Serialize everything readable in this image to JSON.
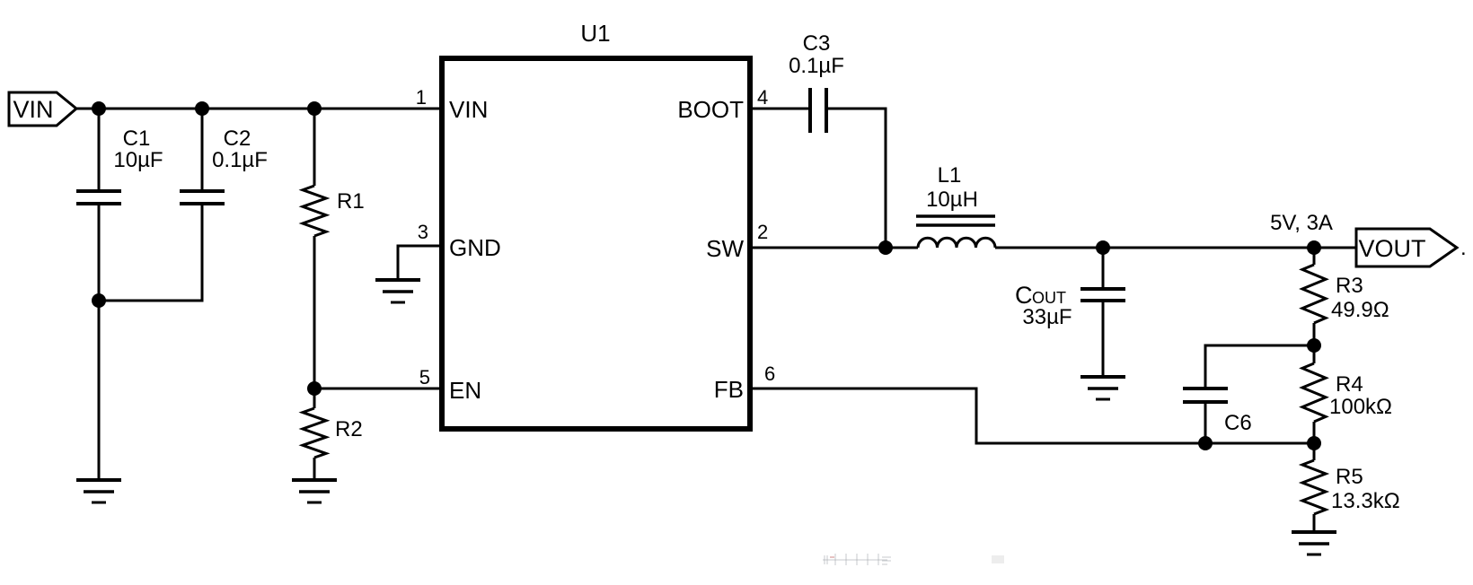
{
  "schematic": {
    "ic": {
      "refdes": "U1",
      "pin_numbers": {
        "vin": "1",
        "gnd": "3",
        "en": "5",
        "boot": "4",
        "sw": "2",
        "fb": "6"
      },
      "pin_names": {
        "vin": "VIN",
        "gnd": "GND",
        "en": "EN",
        "boot": "BOOT",
        "sw": "SW",
        "fb": "FB"
      }
    },
    "ports": {
      "input": "VIN",
      "output": "VOUT",
      "output_suffix": "."
    },
    "output_spec": "5V, 3A",
    "components": {
      "C1": {
        "ref": "C1",
        "value": "10µF"
      },
      "C2": {
        "ref": "C2",
        "value": "0.1µF"
      },
      "C3": {
        "ref": "C3",
        "value": "0.1µF"
      },
      "COUT": {
        "ref_main": "C",
        "ref_sub": "OUT",
        "value": "33µF"
      },
      "C6": {
        "ref": "C6"
      },
      "L1": {
        "ref": "L1",
        "value": "10µH"
      },
      "R1": {
        "ref": "R1"
      },
      "R2": {
        "ref": "R2"
      },
      "R3": {
        "ref": "R3",
        "value": "49.9Ω"
      },
      "R4": {
        "ref": "R4",
        "value": "100kΩ"
      },
      "R5": {
        "ref": "R5",
        "value": "13.3kΩ"
      }
    },
    "colors": {
      "line": "#000000",
      "background": "#ffffff"
    }
  }
}
